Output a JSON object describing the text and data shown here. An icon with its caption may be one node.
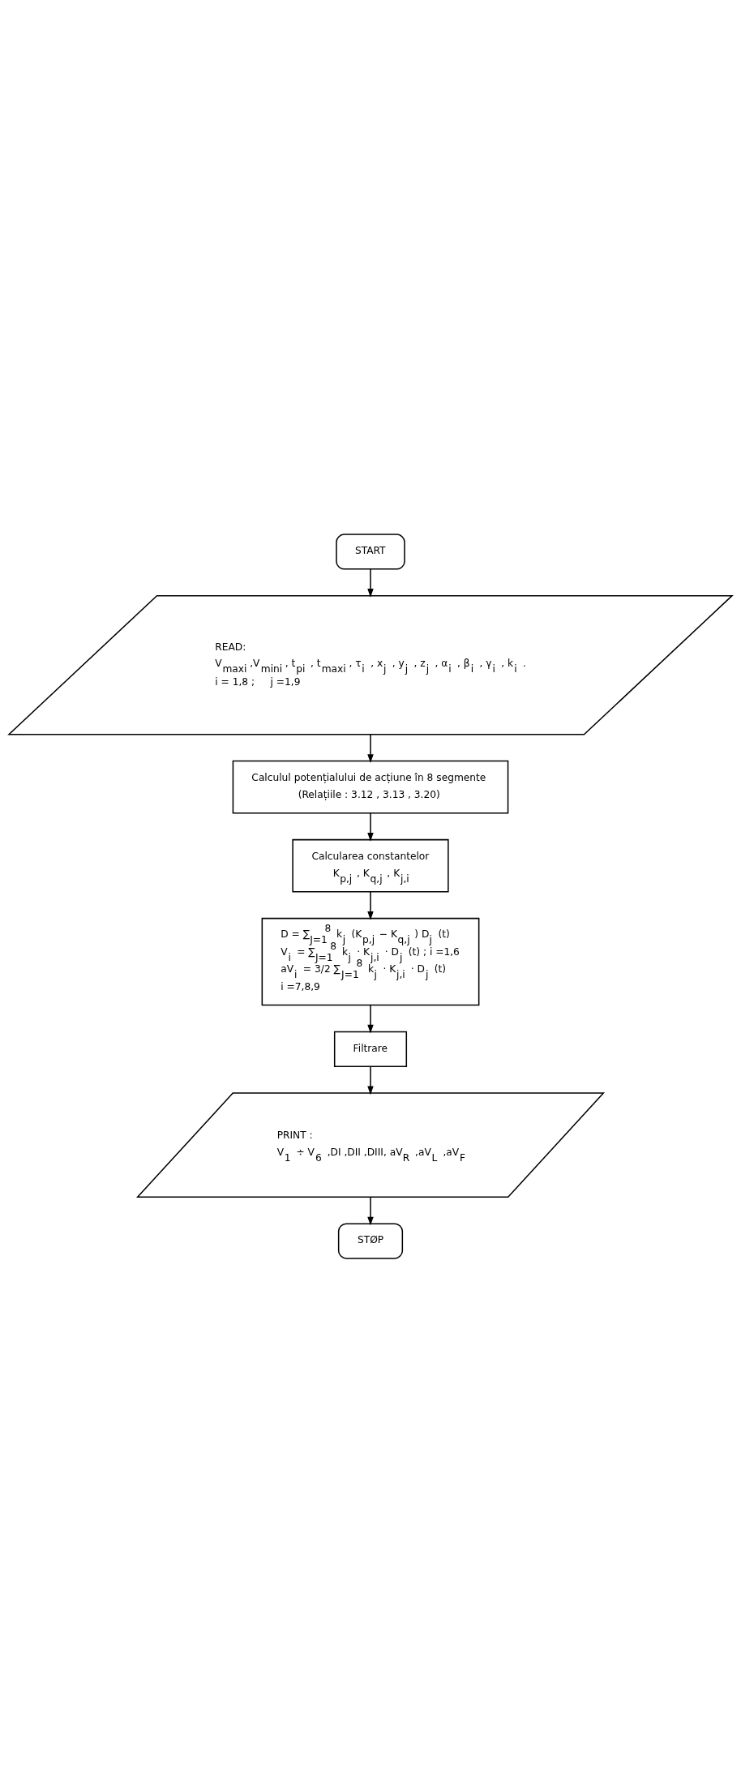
{
  "diagram": {
    "nodes": [
      {
        "text": [
          "START"
        ]
      },
      {
        "text": [
          "READ:",
          "V$_{maxi}$ ,V$_{mini}$ , t$_{pi}$ , t$_{maxi}$ , τ$_{i}$ , x$_{j}$ , y$_{j}$ , z$_{j}$ , α$_{i}$ , β$_{i}$ , γ$_{i}$ , k$_{i}$ .",
          "i = 1,8 ;     j =1,9"
        ]
      },
      {
        "text": [
          "Calculul potențialului de acțiune în 8 segmente",
          "(Relațiile : 3.12 , 3.13 , 3.20)"
        ]
      },
      {
        "text": [
          "Calcularea constantelor",
          "K$_{p,j}$ , K$_{q,j}$ , K$_{j,i}$"
        ]
      },
      {
        "text": [
          "D = ∑$_{J=1}$$^{8}$ k$_{j}$ (K$_{p,j}$ − K$_{q,j}$ ) D$_{j}$ (t)",
          "V$_{i}$ = ∑$_{J=1}$$^{8}$ k$_{j}$ · K$_{j,i}$ · D$_{j}$ (t) ; i =1,6",
          "aV$_{i}$ = 3/2 ∑$_{J=1}$$^{8}$ k$_{j}$ · K$_{j,i}$ · D$_{j}$ (t)",
          "i =7,8,9"
        ]
      },
      {
        "text": [
          "Filtrare"
        ]
      },
      {
        "text": [
          "PRINT :",
          "V$_{1}$ ÷ V$_{6}$ ,DI ,DII ,DIII, aV$_{R}$ ,aV$_{L}$ ,aV$_{F}$"
        ]
      },
      {
        "text": [
          "STØP"
        ]
      }
    ],
    "edges": [
      {
        "from": 0,
        "to": 1,
        "arrow": "to"
      },
      {
        "from": 1,
        "to": 2,
        "arrow": "to"
      },
      {
        "from": 2,
        "to": 3,
        "arrow": "to"
      },
      {
        "from": 3,
        "to": 4,
        "arrow": "to"
      },
      {
        "from": 4,
        "to": 5,
        "arrow": "to"
      },
      {
        "from": 5,
        "to": 6,
        "arrow": "to"
      },
      {
        "from": 6,
        "to": 7,
        "arrow": "to"
      }
    ]
  }
}
